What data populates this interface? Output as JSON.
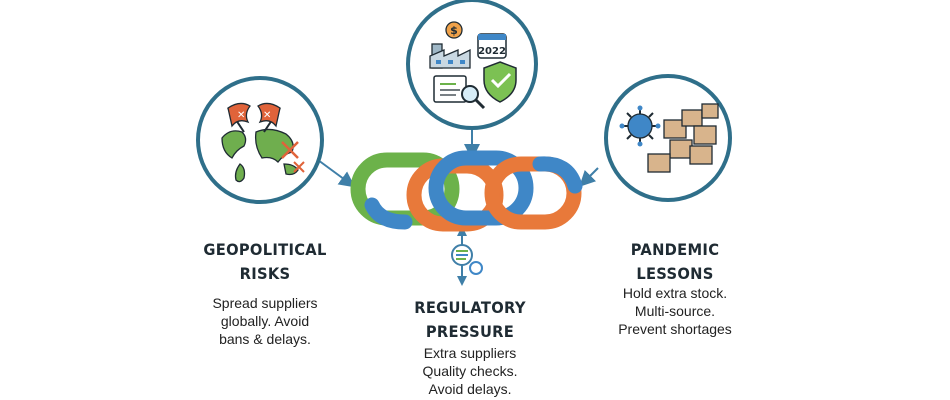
{
  "topics": {
    "geopolitical": {
      "title_lines": [
        "GEOPOLITICAL",
        "RISKS"
      ],
      "text_lines": [
        "Spread suppliers",
        "globally. Avoid",
        "bans & delays."
      ]
    },
    "regulatory": {
      "title_lines": [
        "REGULATORY",
        "PRESSURE"
      ],
      "text_lines": [
        "Extra suppliers",
        "Quality checks.",
        "Avoid delays."
      ],
      "year_badge": "2022",
      "coin_symbol": "$"
    },
    "pandemic": {
      "title_lines": [
        "PANDEMIC",
        "LESSONS"
      ],
      "text_lines": [
        "Hold extra stock.",
        "Multi-source.",
        "Prevent shortages"
      ]
    }
  },
  "colors": {
    "circle_stroke": "#2f6f8a",
    "chain_green": "#6cb24a",
    "chain_blue": "#3f87c7",
    "chain_orange": "#e8793a",
    "arrow": "#3f7fa8",
    "flag": "#e0633a",
    "map_green": "#6fae4e",
    "shield_green": "#7cc153",
    "box_tan": "#d8b48c"
  }
}
